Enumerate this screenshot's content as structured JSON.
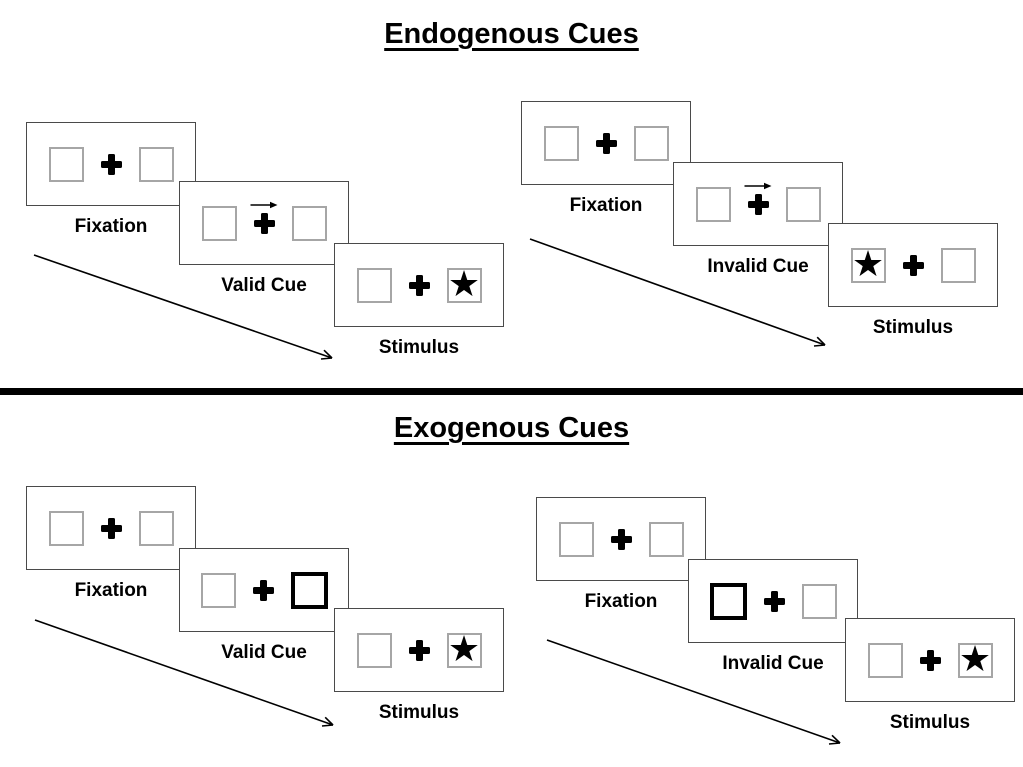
{
  "colors": {
    "ink": "#000000",
    "panel_border": "#4a4a4a",
    "square_border": "#a6a6a6",
    "cue_border": "#000000",
    "bg": "#ffffff"
  },
  "icons": {
    "fixation_cross": "✚",
    "target_star": "★",
    "cue_arrow": "→",
    "sequence_arrow": "↘"
  },
  "sections": [
    {
      "title": "Endogenous Cues",
      "sequences": [
        {
          "name": "valid",
          "panels": [
            {
              "label": "Fixation",
              "type": "fixation"
            },
            {
              "label": "Valid Cue",
              "type": "endogenous-cue",
              "cue_direction": "right"
            },
            {
              "label": "Stimulus",
              "type": "stimulus",
              "star_side": "right"
            }
          ]
        },
        {
          "name": "invalid",
          "panels": [
            {
              "label": "Fixation",
              "type": "fixation"
            },
            {
              "label": "Invalid Cue",
              "type": "endogenous-cue",
              "cue_direction": "right"
            },
            {
              "label": "Stimulus",
              "type": "stimulus",
              "star_side": "left"
            }
          ]
        }
      ]
    },
    {
      "title": "Exogenous Cues",
      "sequences": [
        {
          "name": "valid",
          "panels": [
            {
              "label": "Fixation",
              "type": "fixation"
            },
            {
              "label": "Valid Cue",
              "type": "exogenous-cue",
              "cue_side": "right"
            },
            {
              "label": "Stimulus",
              "type": "stimulus",
              "star_side": "right"
            }
          ]
        },
        {
          "name": "invalid",
          "panels": [
            {
              "label": "Fixation",
              "type": "fixation"
            },
            {
              "label": "Invalid Cue",
              "type": "exogenous-cue",
              "cue_side": "left"
            },
            {
              "label": "Stimulus",
              "type": "stimulus",
              "star_side": "right"
            }
          ]
        }
      ]
    }
  ]
}
